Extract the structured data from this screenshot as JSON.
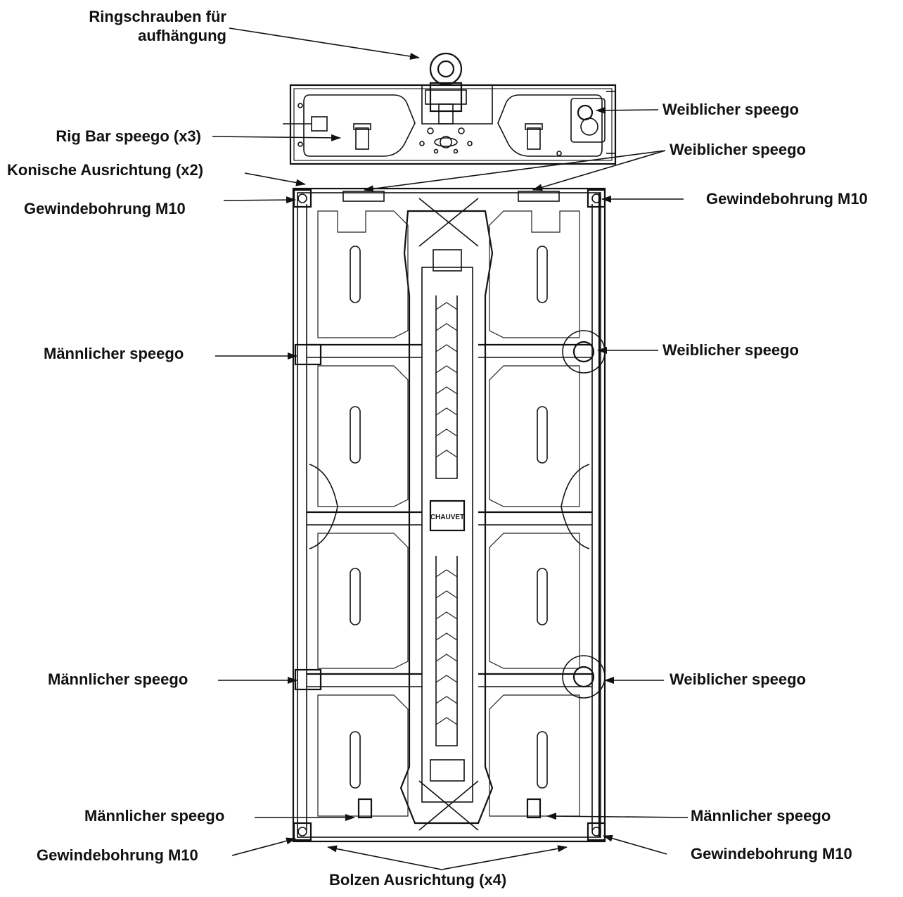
{
  "labels": {
    "ringschrauben": "Ringschrauben für\naufhängung",
    "rigbar": "Rig Bar speego (x3)",
    "konische": "Konische Ausrichtung (x2)",
    "gewinde_tl": "Gewindebohrung M10",
    "gewinde_tr": "Gewindebohrung M10",
    "gewinde_bl": "Gewindebohrung M10",
    "gewinde_br": "Gewindebohrung M10",
    "weib_1": "Weiblicher speego",
    "weib_2": "Weiblicher speego",
    "weib_3": "Weiblicher speego",
    "weib_4": "Weiblicher speego",
    "maenn_1": "Männlicher speego",
    "maenn_2": "Männlicher speego",
    "maenn_3": "Männlicher speego",
    "maenn_4": "Männlicher speego",
    "bolzen": "Bolzen Ausrichtung (x4)"
  },
  "logo": "CHAUVET"
}
